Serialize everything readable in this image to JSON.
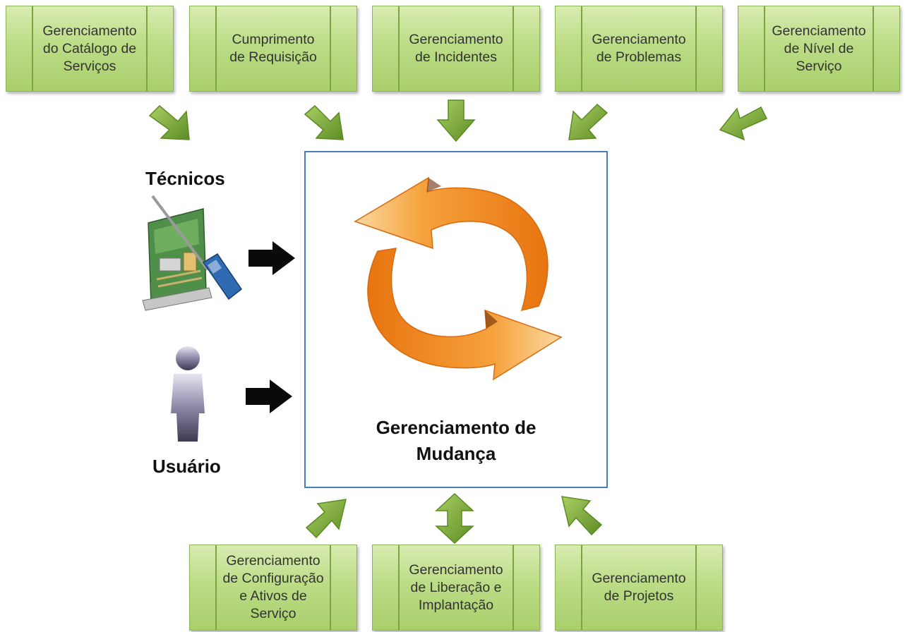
{
  "top_processes": [
    {
      "label": "Gerenciamento\ndo Catálogo de\nServiços"
    },
    {
      "label": "Cumprimento\nde Requisição"
    },
    {
      "label": "Gerenciamento\nde Incidentes"
    },
    {
      "label": "Gerenciamento\nde Problemas"
    },
    {
      "label": "Gerenciamento\nde Nível de\nServiço"
    }
  ],
  "bottom_processes": [
    {
      "label": "Gerenciamento\nde Configuração\ne Ativos de\nServiço"
    },
    {
      "label": "Gerenciamento\nde Liberação e\nImplantação"
    },
    {
      "label": "Gerenciamento\nde Projetos"
    }
  ],
  "center": {
    "label": "Gerenciamento de\nMudança"
  },
  "actors": {
    "technicians": "Técnicos",
    "user": "Usuário"
  },
  "colors": {
    "box_green": "#bcdc86",
    "arrow_green": "#78a636",
    "frame_blue": "#4a7cbf",
    "cycle_orange": "#f08a1c"
  },
  "icons": [
    "circuit-board-screwdriver-icon",
    "user-silhouette-icon",
    "cycle-arrows-icon"
  ]
}
